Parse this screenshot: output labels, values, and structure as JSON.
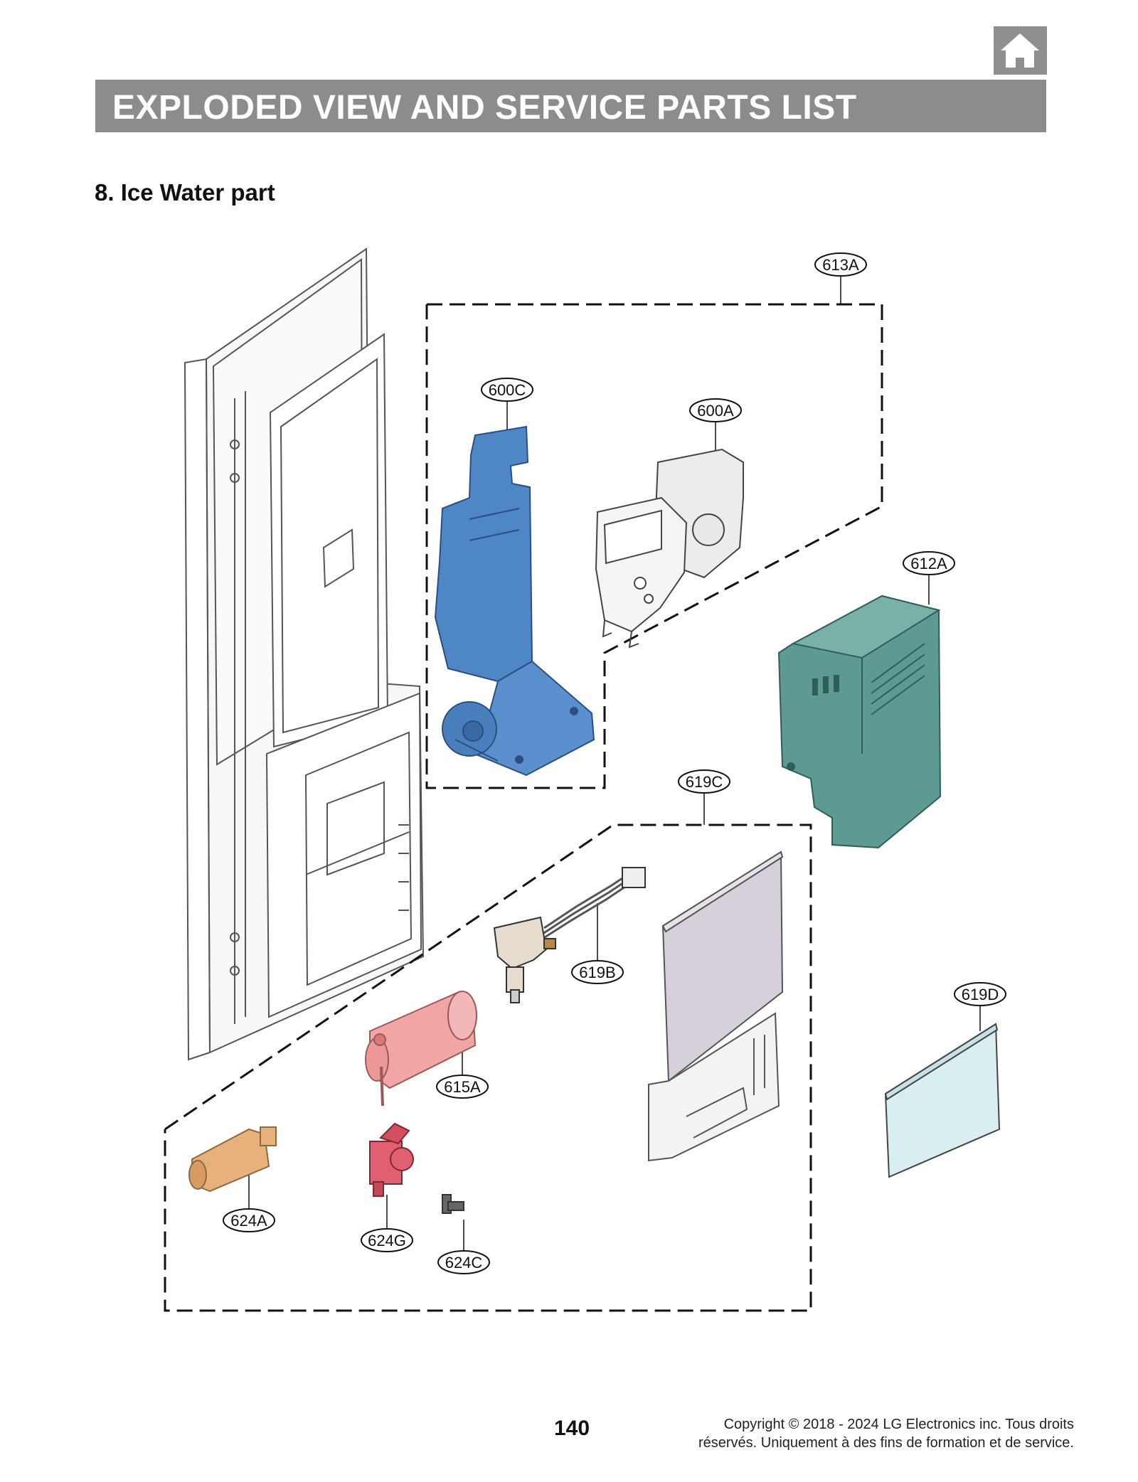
{
  "header": {
    "title": "EXPLODED VIEW AND SERVICE PARTS LIST",
    "home_icon": "home-icon"
  },
  "section": {
    "title": "8. Ice Water part"
  },
  "callouts": [
    {
      "id": "613A"
    },
    {
      "id": "600C"
    },
    {
      "id": "600A"
    },
    {
      "id": "612A"
    },
    {
      "id": "619C"
    },
    {
      "id": "619B"
    },
    {
      "id": "619D"
    },
    {
      "id": "615A"
    },
    {
      "id": "624A"
    },
    {
      "id": "624G"
    },
    {
      "id": "624C"
    }
  ],
  "colors": {
    "header_bar": "#8c8c8c",
    "ice_maker_bracket": "#4f86c6",
    "ice_bin": "#5c9a92",
    "filter": "#f2a5a5",
    "cover_panel": "#d6d0da",
    "small_cover": "#d8eef0",
    "pipe_part": "#e8b07a",
    "valve": "#e06070"
  },
  "footer": {
    "page_number": "140",
    "copyright_line1": "Copyright © 2018 - 2024 LG Electronics inc. Tous droits",
    "copyright_line2": "réservés. Uniquement à des fins de formation et de service."
  }
}
